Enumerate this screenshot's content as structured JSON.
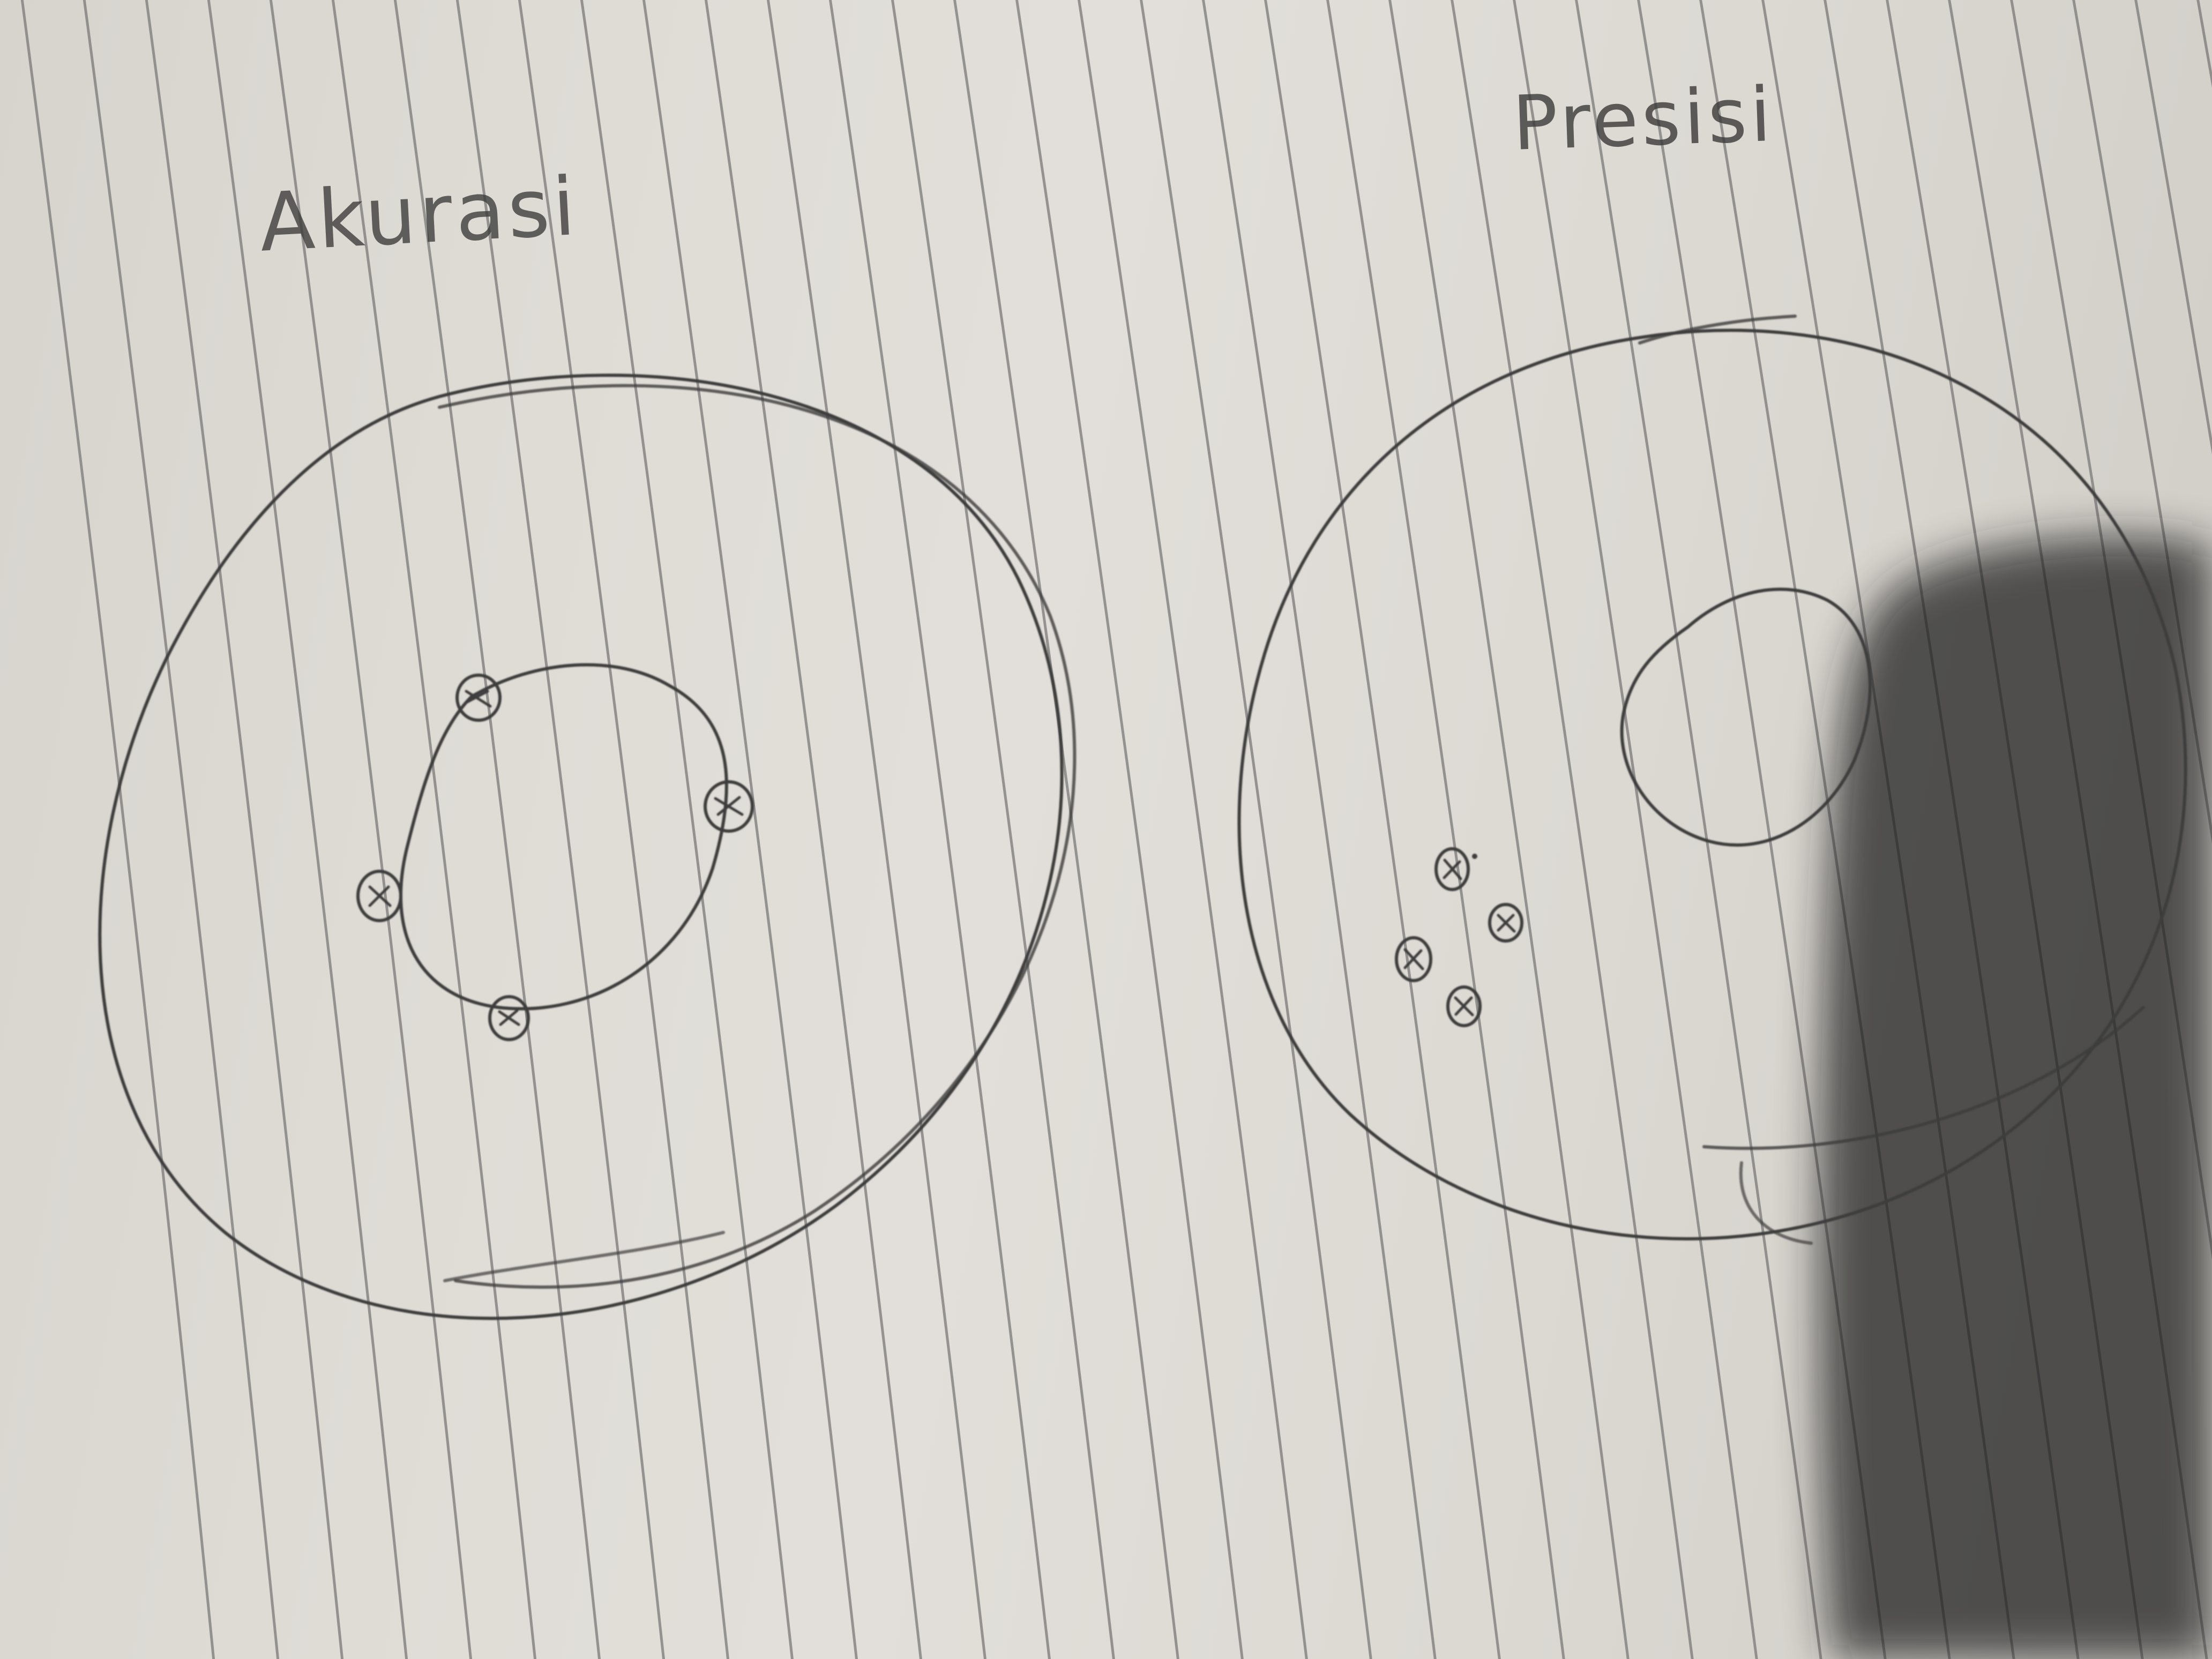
{
  "labels": {
    "left": "Akurasi",
    "right": "Presisi"
  },
  "drawings": {
    "left": {
      "name": "accuracy-target",
      "hit_marks": 4
    },
    "right": {
      "name": "precision-target",
      "hit_marks": 4
    }
  },
  "colors": {
    "paper": "#e0ddd7",
    "ruled_line": "#7a7a7a",
    "pencil": "#3c3c3c",
    "shadow": "#222222"
  }
}
